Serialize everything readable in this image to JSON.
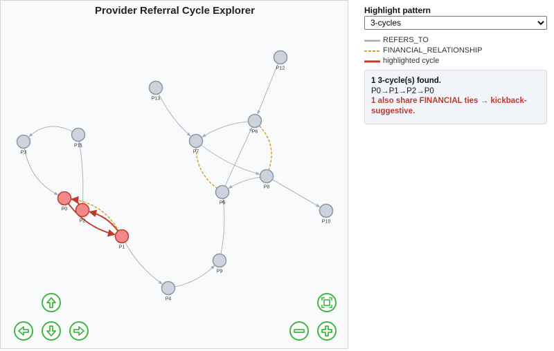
{
  "graph": {
    "title": "Provider Referral Cycle Explorer",
    "colors": {
      "node_fill": "#ccd3dc",
      "node_stroke": "#8c96a3",
      "highlight_fill": "#f08a8a",
      "highlight_stroke": "#c0392b",
      "refers_to": "#a6acb3",
      "financial": "#d6a21a",
      "highlight_edge": "#c0392b",
      "nav_green": "#3eb83e"
    },
    "nodes": [
      {
        "id": "P0",
        "label": "P0",
        "highlighted": true
      },
      {
        "id": "P1",
        "label": "P1",
        "highlighted": true
      },
      {
        "id": "P2",
        "label": "P2",
        "highlighted": true
      },
      {
        "id": "P3",
        "label": "P3",
        "highlighted": false
      },
      {
        "id": "P4",
        "label": "P4",
        "highlighted": false
      },
      {
        "id": "P5",
        "label": "P5",
        "highlighted": false
      },
      {
        "id": "P6",
        "label": "P6",
        "highlighted": false
      },
      {
        "id": "P7",
        "label": "P7",
        "highlighted": false
      },
      {
        "id": "P8",
        "label": "P8",
        "highlighted": false
      },
      {
        "id": "P9",
        "label": "P9",
        "highlighted": false
      },
      {
        "id": "P10",
        "label": "P10",
        "highlighted": false
      },
      {
        "id": "P11",
        "label": "P11",
        "highlighted": false
      },
      {
        "id": "P12",
        "label": "P12",
        "highlighted": false
      },
      {
        "id": "P13",
        "label": "P13",
        "highlighted": false
      }
    ],
    "edges": [
      {
        "from": "P0",
        "to": "P1",
        "type": "REFERS_TO",
        "highlighted": true
      },
      {
        "from": "P1",
        "to": "P2",
        "type": "REFERS_TO",
        "highlighted": true
      },
      {
        "from": "P2",
        "to": "P0",
        "type": "REFERS_TO",
        "highlighted": true
      },
      {
        "from": "P1",
        "to": "P4",
        "type": "REFERS_TO",
        "highlighted": false
      },
      {
        "from": "P4",
        "to": "P9",
        "type": "REFERS_TO",
        "highlighted": false
      },
      {
        "from": "P9",
        "to": "P5",
        "type": "REFERS_TO",
        "highlighted": false
      },
      {
        "from": "P5",
        "to": "P6",
        "type": "REFERS_TO",
        "highlighted": false
      },
      {
        "from": "P6",
        "to": "P7",
        "type": "REFERS_TO",
        "highlighted": false
      },
      {
        "from": "P7",
        "to": "P8",
        "type": "REFERS_TO",
        "highlighted": false
      },
      {
        "from": "P8",
        "to": "P5",
        "type": "REFERS_TO",
        "highlighted": false
      },
      {
        "from": "P8",
        "to": "P10",
        "type": "REFERS_TO",
        "highlighted": false
      },
      {
        "from": "P12",
        "to": "P6",
        "type": "REFERS_TO",
        "highlighted": false
      },
      {
        "from": "P13",
        "to": "P7",
        "type": "REFERS_TO",
        "highlighted": false
      },
      {
        "from": "P11",
        "to": "P3",
        "type": "REFERS_TO",
        "highlighted": false
      },
      {
        "from": "P3",
        "to": "P0",
        "type": "REFERS_TO",
        "highlighted": false
      },
      {
        "from": "P2",
        "to": "P11",
        "type": "REFERS_TO",
        "highlighted": false
      },
      {
        "from": "P0",
        "to": "P2",
        "type": "FINANCIAL_RELATIONSHIP",
        "highlighted": false
      },
      {
        "from": "P2",
        "to": "P1",
        "type": "FINANCIAL_RELATIONSHIP",
        "highlighted": false
      },
      {
        "from": "P0",
        "to": "P1",
        "type": "FINANCIAL_RELATIONSHIP",
        "highlighted": false
      },
      {
        "from": "P6",
        "to": "P8",
        "type": "FINANCIAL_RELATIONSHIP",
        "highlighted": false
      },
      {
        "from": "P7",
        "to": "P5",
        "type": "FINANCIAL_RELATIONSHIP",
        "highlighted": false
      }
    ]
  },
  "navigation": {
    "up_icon": "arrow-up-icon",
    "down_icon": "arrow-down-icon",
    "left_icon": "arrow-left-icon",
    "right_icon": "arrow-right-icon",
    "zoom_in_icon": "zoom-in-icon",
    "zoom_out_icon": "zoom-out-icon",
    "fit_icon": "zoom-extends-icon"
  },
  "controls": {
    "highlight_label": "Highlight pattern",
    "highlight_selected": "3-cycles"
  },
  "legend": [
    {
      "label": "REFERS_TO",
      "style": "solid",
      "color": "#a6acb3"
    },
    {
      "label": "FINANCIAL_RELATIONSHIP",
      "style": "dashed",
      "color": "#d6a21a"
    },
    {
      "label": "highlighted cycle",
      "style": "solid",
      "color": "#c0392b"
    }
  ],
  "results": {
    "count_text": "1 3-cycle(s) found.",
    "cycle_text": "P0→P1→P2→P0",
    "warning_text": "1 also share FINANCIAL ties → kickback-suggestive."
  }
}
